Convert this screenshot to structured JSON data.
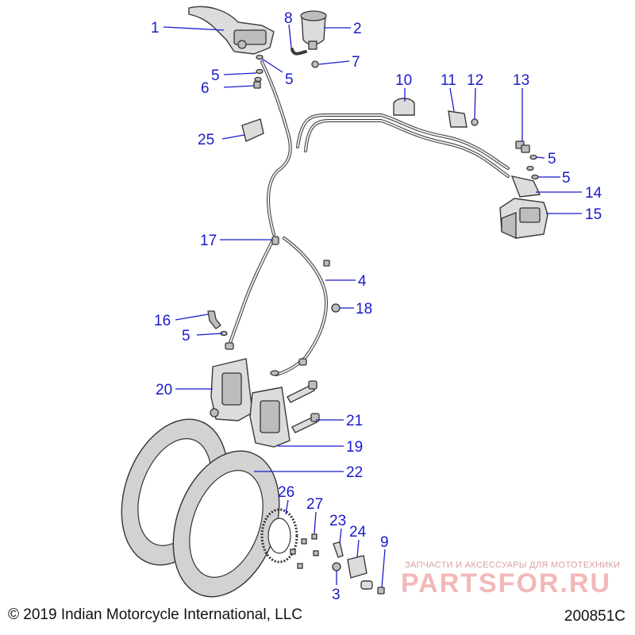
{
  "callouts": [
    {
      "id": "c1",
      "text": "1"
    },
    {
      "id": "c2",
      "text": "2"
    },
    {
      "id": "c3",
      "text": "3"
    },
    {
      "id": "c4",
      "text": "4"
    },
    {
      "id": "c5a",
      "text": "5"
    },
    {
      "id": "c5b",
      "text": "5"
    },
    {
      "id": "c5c",
      "text": "5"
    },
    {
      "id": "c5d",
      "text": "5"
    },
    {
      "id": "c5e",
      "text": "5"
    },
    {
      "id": "c6",
      "text": "6"
    },
    {
      "id": "c7",
      "text": "7"
    },
    {
      "id": "c8",
      "text": "8"
    },
    {
      "id": "c9",
      "text": "9"
    },
    {
      "id": "c10",
      "text": "10"
    },
    {
      "id": "c11",
      "text": "11"
    },
    {
      "id": "c12",
      "text": "12"
    },
    {
      "id": "c13",
      "text": "13"
    },
    {
      "id": "c14",
      "text": "14"
    },
    {
      "id": "c15",
      "text": "15"
    },
    {
      "id": "c16",
      "text": "16"
    },
    {
      "id": "c17",
      "text": "17"
    },
    {
      "id": "c18",
      "text": "18"
    },
    {
      "id": "c19",
      "text": "19"
    },
    {
      "id": "c20",
      "text": "20"
    },
    {
      "id": "c21",
      "text": "21"
    },
    {
      "id": "c22",
      "text": "22"
    },
    {
      "id": "c23",
      "text": "23"
    },
    {
      "id": "c24",
      "text": "24"
    },
    {
      "id": "c25",
      "text": "25"
    },
    {
      "id": "c26",
      "text": "26"
    },
    {
      "id": "c27",
      "text": "27"
    }
  ],
  "footer": {
    "copyright": "© 2019 Indian Motorcycle International, LLC",
    "code": "200851C"
  },
  "watermark": {
    "subtitle": "ЗАПЧАСТИ И АКСЕССУАРЫ ДЛЯ МОТОТЕХНИКИ",
    "logo": "PARTSFOR.RU"
  },
  "colors": {
    "callout": "#1a1acc",
    "watermark": "#f2b8b8"
  }
}
